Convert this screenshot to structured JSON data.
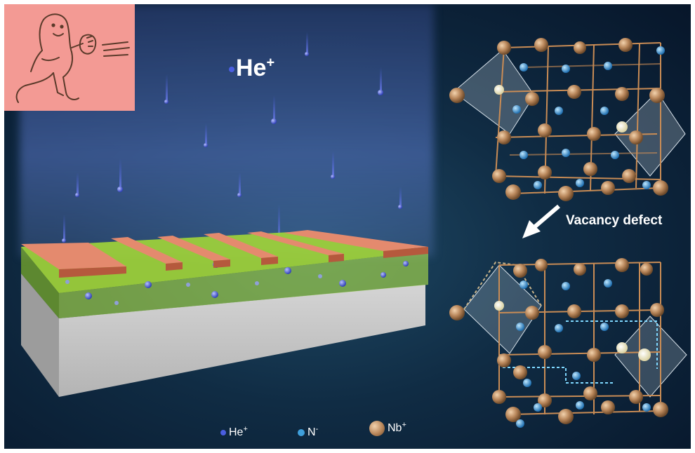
{
  "labels": {
    "he_ion": "He",
    "he_ion_charge": "+",
    "vacancy": "Vacancy defect"
  },
  "legend": {
    "items": [
      {
        "label": "He",
        "charge": "+",
        "color": "#4a5ee0"
      },
      {
        "label": "N",
        "charge": "-",
        "color": "#3fa0dc"
      },
      {
        "label": "Nb",
        "charge": "+",
        "color": "#b8865a"
      }
    ]
  },
  "colors": {
    "electrode": "#e48a6e",
    "film": "#9fd23a",
    "substrate": "#c8c8c8",
    "nb_atom": "#b8865a",
    "n_atom": "#3fa0dc",
    "he_atom": "#4a5ee0",
    "lattice_bond": "#c98c55",
    "mascot_bg": "#f39a94"
  },
  "mascot_icon": "cartoon-figure-icon"
}
